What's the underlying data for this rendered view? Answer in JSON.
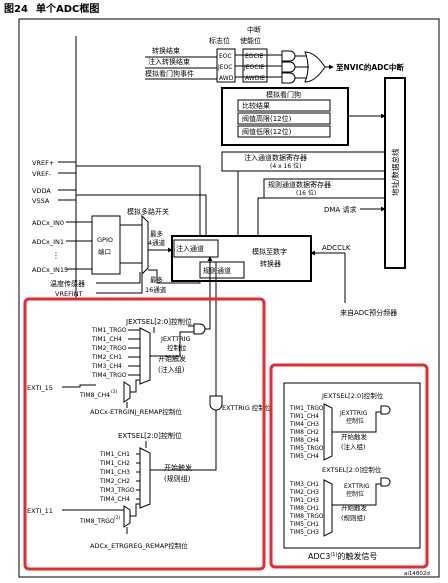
{
  "figure": {
    "number": "图24",
    "title": "单个ADC框图",
    "code": "ai14802d"
  },
  "top": {
    "flags_label": "标志位",
    "interrupt_enable_label_1": "中断",
    "interrupt_enable_label_2": "使能位",
    "event_eoc": "转换结束",
    "event_jeoc": "注入转换结束",
    "event_awd": "模拟看门狗事件",
    "flag_eoc": "EOC",
    "flag_jeoc": "JEOC",
    "flag_awd": "AWD",
    "en_eocie": "EOCIE",
    "en_jeocie": "JEOCIE",
    "en_awdie": "AWDIE",
    "nvic": "至NVIC的ADC中断"
  },
  "watchdog": {
    "title": "模拟看门狗",
    "compare": "比较结果",
    "high": "阀值高限(12位)",
    "low": "阀值低限(12位)"
  },
  "registers": {
    "inj_title": "注入通道数据寄存器",
    "inj_size": "(4 x 16 位)",
    "reg_title": "规则通道数据寄存器",
    "reg_size": "(16 位)",
    "dma": "DMA 请求",
    "bus": "地址/数据总线"
  },
  "power": {
    "vrefp": "VREF+",
    "vrefm": "VREF-",
    "vdda": "VDDA",
    "vssa": "VSSA"
  },
  "inputs": {
    "in0": "ADCx_IN0",
    "in1": "ADCx_IN1",
    "in15": "ADCx_IN15",
    "temp": "温度传感器",
    "vref": "VREFINT",
    "gpio_1": "GPIO",
    "gpio_2": "端口",
    "mux": "模拟多路开关",
    "max4_1": "最多",
    "max4_2": "4通道",
    "max16_1": "最多",
    "max16_2": "16通道"
  },
  "converter": {
    "inj": "注入通道",
    "reg": "规则通道",
    "adc_1": "模拟至数字",
    "adc_2": "转换器",
    "adcclk": "ADCCLK",
    "prescaler": "来自ADC预分频器"
  },
  "inj_trigger": {
    "sel": "JEXTSEL[2:0]控制位",
    "sources": [
      "TIM1_TRGO",
      "TIM1_CH4",
      "TIM2_TRGO",
      "TIM2_CH1",
      "TIM3_CH4",
      "TIM4_TRGO"
    ],
    "jextrig_1": "JEXTTRIG",
    "jextrig_2": "控制位",
    "start_1": "开始触发",
    "start_2": "(注入组)",
    "exti": "EXTI_15",
    "tim8": "TIM8_CH4",
    "tim8_sup": "(2)",
    "remap": "ADCx-ETRGINJ_REMAP控制位"
  },
  "reg_trigger": {
    "sel": "EXTSEL[2:0]控制位",
    "sources": [
      "TIM1_CH1",
      "TIM1_CH2",
      "TIM1_CH3",
      "TIM2_CH2",
      "TIM3_TRGO",
      "TIM4_CH4"
    ],
    "start_1": "开始触发",
    "start_2": "(规则组)",
    "exttrig": "EXTTRIG 控制位",
    "exti": "EXTI_11",
    "tim8": "TIM8_TRGO",
    "tim8_sup": "(2)",
    "remap": "ADCx_ETRGREG_REMAP控制位"
  },
  "adc3": {
    "inj_sel": "JEXTSEL[2:0]控制位",
    "inj_sources": [
      "TIM1_TRGO",
      "TIM1_CH4",
      "TIM4_CH3",
      "TIM8_CH2",
      "TIM8_CH4",
      "TIM5_TRGO",
      "TIM5_CH4"
    ],
    "jextrig_1": "JEXTTRIG",
    "jextrig_2": "控制位",
    "inj_start_1": "开始触发",
    "inj_start_2": "(注入组)",
    "reg_sel": "EXTSEL[2:0]控制位",
    "reg_sources": [
      "TIM3_CH1",
      "TIM2_CH3",
      "TIM1_CH3",
      "TIM8_CH1",
      "TIM8_TRGO",
      "TIM5_CH1",
      "TIM5_CH3"
    ],
    "exttrig_1": "EXTTRIG",
    "exttrig_2": "控制位",
    "reg_start_1": "开始触发",
    "reg_start_2": "(规则组)",
    "caption_pre": "ADC3",
    "caption_sup": "(1)",
    "caption_post": "的触发信号"
  },
  "colors": {
    "highlight": "#e8292e"
  }
}
